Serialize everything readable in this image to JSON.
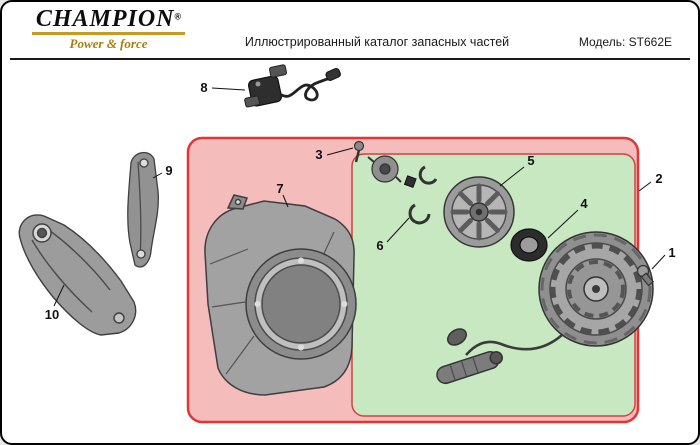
{
  "header": {
    "brand": "CHAMPION",
    "registered_mark": "®",
    "tagline": "Power & force",
    "catalog_title": "Иллюстрированный каталог запасных частей",
    "model": "Модель: ST662E"
  },
  "diagram": {
    "colors": {
      "housing_box_fill": "#f5bcbc",
      "housing_box_border": "#e03636",
      "starter_box_fill": "#c8e8c1",
      "starter_box_border": "#cc4444"
    },
    "callouts": [
      {
        "number": "1"
      },
      {
        "number": "2"
      },
      {
        "number": "3"
      },
      {
        "number": "4"
      },
      {
        "number": "5"
      },
      {
        "number": "6"
      },
      {
        "number": "7"
      },
      {
        "number": "8"
      },
      {
        "number": "9"
      },
      {
        "number": "10"
      }
    ]
  }
}
